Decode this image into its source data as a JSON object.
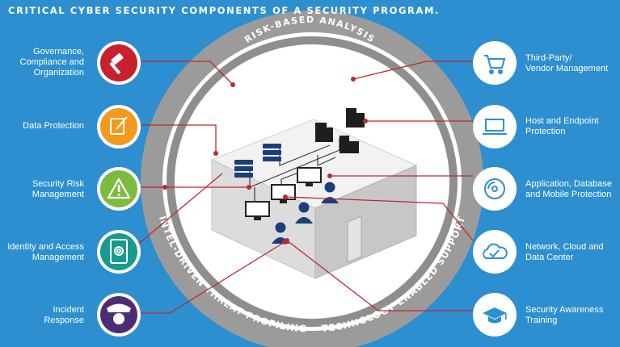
{
  "title": "CRITICAL CYBER SECURITY COMPONENTS OF A SECURITY PROGRAM.",
  "ring": {
    "top_text": "RISK-BASED ANALYSIS",
    "bottom_text": "INTEL-DRIVEN THREAT PROFILING • TECHNOLOGY ENABLED SUPPORT"
  },
  "colors": {
    "background": "#2d8fcf",
    "ring_outer": "#9a9a9a",
    "ring_inner": "#8c8c8c",
    "connector": "#c0272d",
    "governance": "#c8202f",
    "data_protection": "#f39a1e",
    "risk": "#7dbb3e",
    "identity": "#199a8f",
    "incident": "#4d2c74"
  },
  "left": [
    {
      "lines": [
        "Governance,",
        "Compliance and",
        "Organization"
      ],
      "icon": "gavel-icon",
      "color": "#c8202f"
    },
    {
      "lines": [
        "Data Protection"
      ],
      "icon": "pen-paper-icon",
      "color": "#f39a1e"
    },
    {
      "lines": [
        "Security Risk",
        "Management"
      ],
      "icon": "warning-icon",
      "color": "#7dbb3e"
    },
    {
      "lines": [
        "Identity and Access",
        "Management"
      ],
      "icon": "fingerprint-tablet-icon",
      "color": "#199a8f"
    },
    {
      "lines": [
        "Incident",
        "Response"
      ],
      "icon": "police-officer-icon",
      "color": "#4d2c74"
    }
  ],
  "right": [
    {
      "lines": [
        "Third-Party/",
        "Vendor Management"
      ],
      "icon": "shopping-cart-icon"
    },
    {
      "lines": [
        "Host and Endpoint",
        "Protection"
      ],
      "icon": "laptop-icon"
    },
    {
      "lines": [
        "Application, Database",
        "and Mobile Protection"
      ],
      "icon": "disc-icon"
    },
    {
      "lines": [
        "Network, Cloud and",
        "Data Center"
      ],
      "icon": "cloud-icon"
    },
    {
      "lines": [
        "Security Awareness",
        "Training"
      ],
      "icon": "graduation-cap-icon"
    }
  ]
}
